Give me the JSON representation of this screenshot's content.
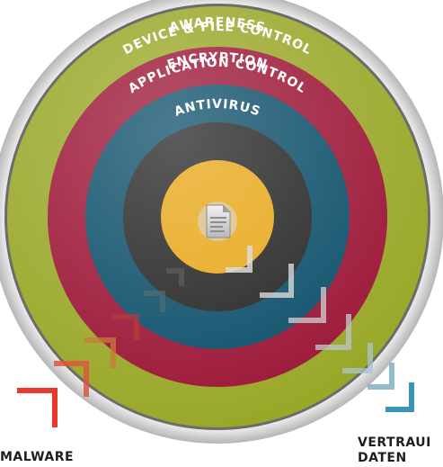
{
  "rings": [
    {
      "label": "ANTIVIRUS",
      "color": "#9aa82a"
    },
    {
      "label": "APPLICATION CONTROL",
      "color": "#9c1737"
    },
    {
      "label": "DEVICE & FILE CONTROL",
      "color": "#0d4f6a"
    },
    {
      "label": "ENCRYPTION",
      "color": "#262626"
    },
    {
      "label": "AWARENESS",
      "color": "#e8a81a"
    }
  ],
  "center_icon": "document-icon",
  "labels": {
    "malware": "MALWARE",
    "vertrau_line1": "VERTRAUI",
    "vertrau_line2": "DATEN"
  },
  "colors": {
    "malware_arrow": "#e8392a",
    "data_arrow": "#3a94b8",
    "rim": "#c9c9c9"
  }
}
